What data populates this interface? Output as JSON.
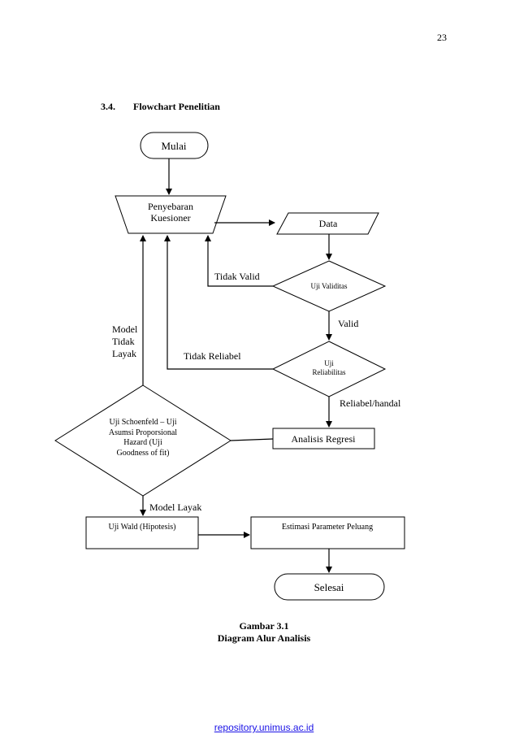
{
  "page": {
    "number": "23",
    "section_number": "3.4.",
    "section_title": "Flowchart Penelitian"
  },
  "flowchart": {
    "start": "Mulai",
    "distribution": [
      "Penyebaran",
      "Kuesioner"
    ],
    "data": "Data",
    "validity_test": "Uji Validitas",
    "reliability_test": [
      "Uji",
      "Reliabilitas"
    ],
    "regression": "Analisis Regresi",
    "schoenfeld": [
      "Uji Schoenfeld – Uji",
      "Asumsi Proporsional",
      "Hazard (Uji",
      "Goodness of fit)"
    ],
    "wald": "Uji Wald (Hipotesis)",
    "estimation": "Estimasi Parameter Peluang",
    "end": "Selesai",
    "labels": {
      "invalid": "Tidak Valid",
      "valid": "Valid",
      "unreliable": "Tidak Reliabel",
      "reliable": "Reliabel/handal",
      "model_unfit": [
        "Model",
        "Tidak",
        "Layak"
      ],
      "model_fit": "Model Layak"
    }
  },
  "caption": {
    "line1": "Gambar 3.1",
    "line2": "Diagram Alur Analisis"
  },
  "footer": {
    "link": "repository.unimus.ac.id"
  },
  "colors": {
    "link": "#1a12e6",
    "stroke": "#000000"
  }
}
